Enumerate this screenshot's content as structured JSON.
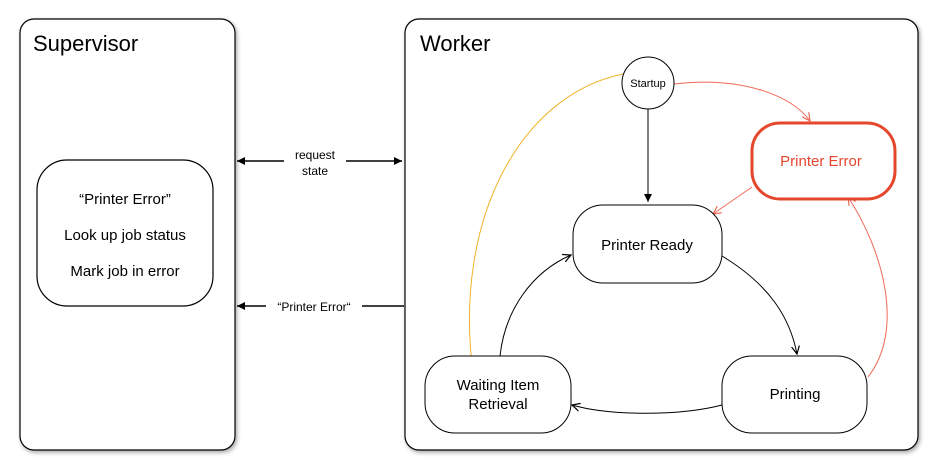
{
  "colors": {
    "stroke": "#000000",
    "error": "#e5472d",
    "error_edge": "#ef6b57",
    "recovery_edge": "#f0b32a",
    "panel_fill": "#ffffff",
    "shadow": "#bbbbbb"
  },
  "supervisor": {
    "title": "Supervisor",
    "box_lines": [
      "“Printer Error”",
      "Look up job status",
      "Mark job in error"
    ]
  },
  "messages": {
    "request_state": [
      "request",
      "state"
    ],
    "printer_error": "“Printer Error“"
  },
  "worker": {
    "title": "Worker",
    "states": {
      "startup": "Startup",
      "printer_error": "Printer Error",
      "printer_ready": "Printer Ready",
      "printing": "Printing",
      "waiting": [
        "Waiting Item",
        "Retrieval"
      ]
    }
  }
}
